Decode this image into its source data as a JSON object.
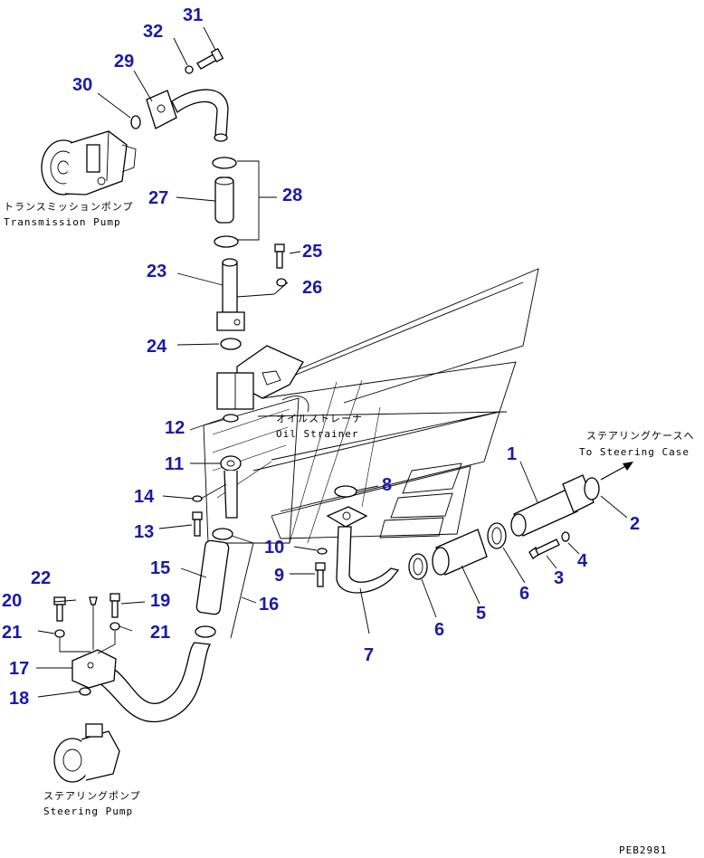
{
  "diagram": {
    "drawing_code": "PEB2981",
    "captions": {
      "transmission_pump_jp": "トランスミッションポンプ",
      "transmission_pump_en": "Transmission Pump",
      "oil_strainer_jp": "オイルストレーナ",
      "oil_strainer_en": "Oil Strainer",
      "steering_case_jp": "ステアリングケースへ",
      "steering_case_en": "To Steering Case",
      "steering_pump_jp": "ステアリングポンプ",
      "steering_pump_en": "Steering Pump"
    },
    "part_numbers": [
      "1",
      "2",
      "3",
      "4",
      "5",
      "6",
      "6",
      "7",
      "8",
      "9",
      "10",
      "11",
      "12",
      "13",
      "14",
      "15",
      "16",
      "17",
      "18",
      "19",
      "20",
      "21",
      "21",
      "22",
      "23",
      "24",
      "25",
      "26",
      "27",
      "28",
      "29",
      "30",
      "31",
      "32"
    ],
    "colors": {
      "callout": "#1a1aa8",
      "line": "#000000"
    }
  }
}
